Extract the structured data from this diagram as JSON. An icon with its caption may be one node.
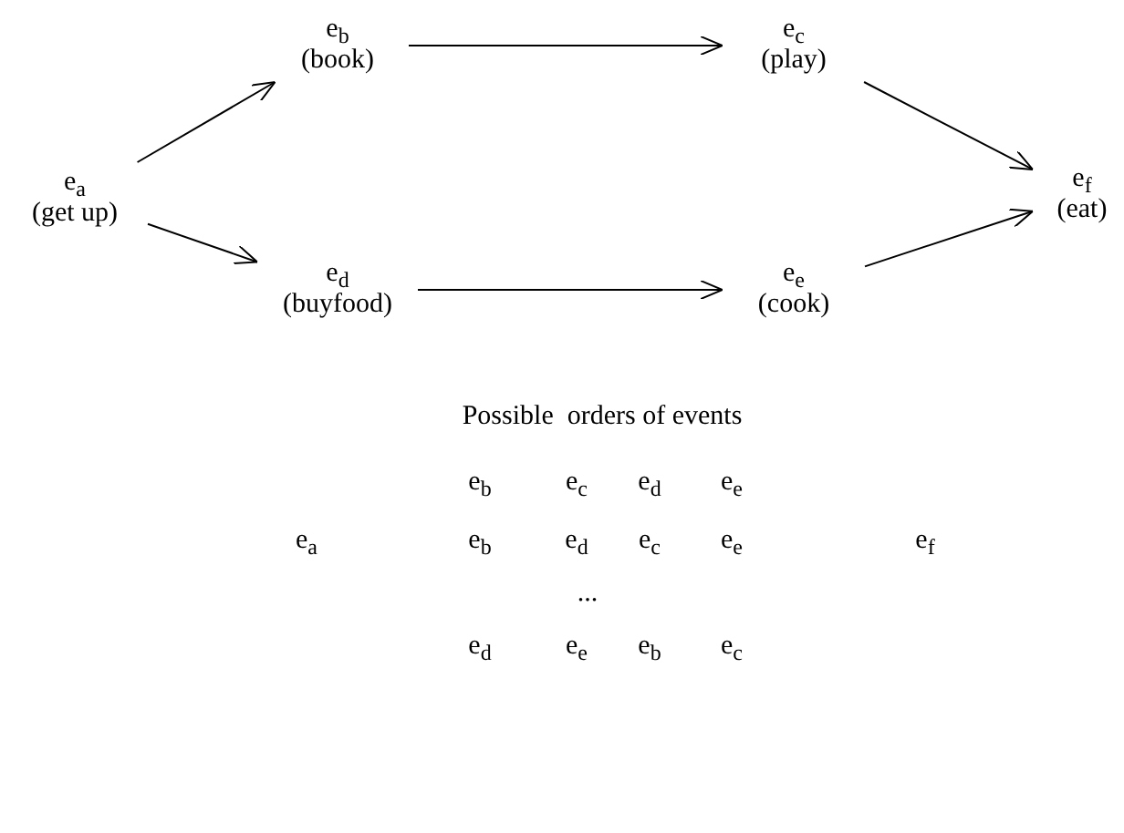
{
  "diagram": {
    "nodes": [
      {
        "text": [
          "e$_{a}$",
          "(get up)"
        ]
      },
      {
        "text": [
          "e$_{b}$",
          "(book)"
        ]
      },
      {
        "text": [
          "e$_{c}$",
          "(play)"
        ]
      },
      {
        "text": [
          "e$_{d}$",
          "(buyfood)"
        ]
      },
      {
        "text": [
          "e$_{e}$",
          "(cook)"
        ]
      },
      {
        "text": [
          "e$_{f}$",
          "(eat)"
        ]
      }
    ],
    "edges": [
      {
        "from": 0,
        "to": 1,
        "arrow": "to"
      },
      {
        "from": 0,
        "to": 3,
        "arrow": "to"
      },
      {
        "from": 1,
        "to": 2,
        "arrow": "to"
      },
      {
        "from": 3,
        "to": 4,
        "arrow": "to"
      },
      {
        "from": 2,
        "to": 5,
        "arrow": "to"
      },
      {
        "from": 4,
        "to": 5,
        "arrow": "to"
      }
    ],
    "labels": [
      "Possible  orders of events",
      "e$_{b}$",
      "e$_{c}$",
      "e$_{d}$",
      "e$_{e}$",
      "e$_{a}$",
      "e$_{b}$",
      "e$_{d}$",
      "e$_{c}$",
      "e$_{e}$",
      "e$_{f}$",
      "...",
      "e$_{d}$",
      "e$_{e}$",
      "e$_{b}$",
      "e$_{c}$"
    ]
  }
}
